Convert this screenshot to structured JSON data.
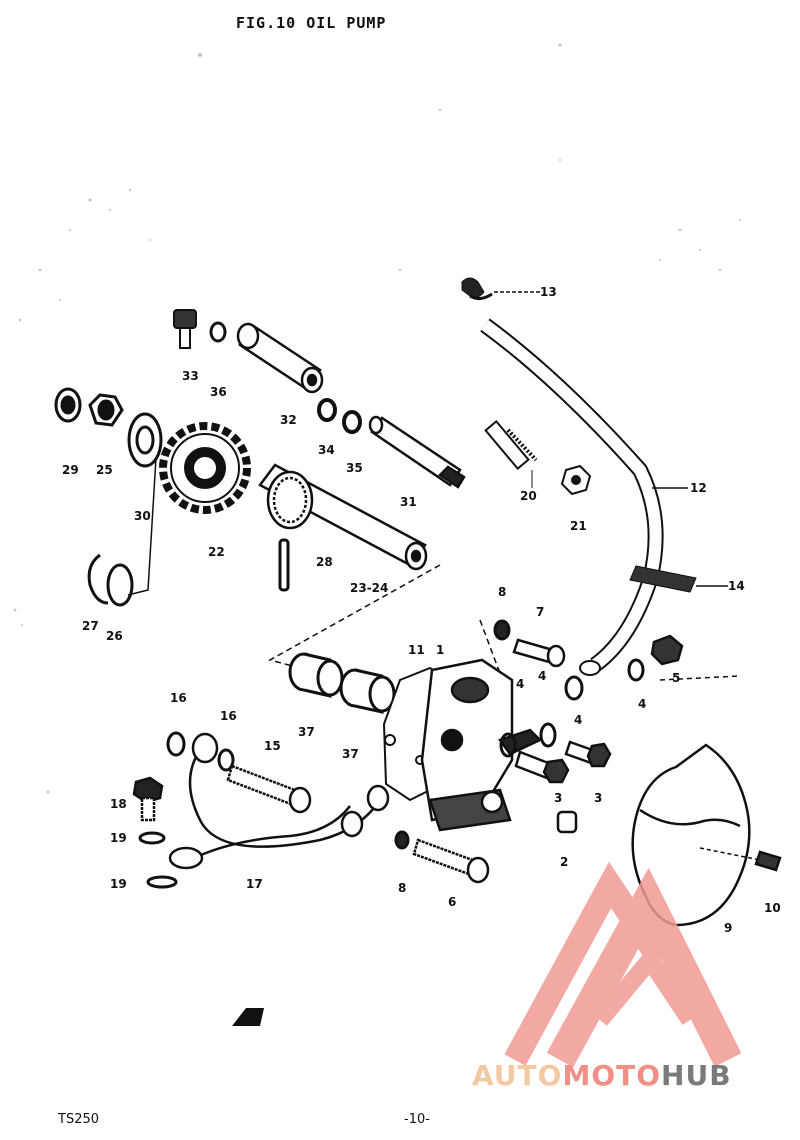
{
  "title": "FIG.10  OIL PUMP",
  "footer": {
    "model": "TS250",
    "page": "-10-"
  },
  "watermark": {
    "part1": "AUTO",
    "part2": "MOTO",
    "part3": "HUB",
    "colors": {
      "auto": "#f3c9a2",
      "moto": "#f08f86",
      "hub": "#7a7a7a",
      "logo": "#f29b93"
    }
  },
  "callouts": {
    "c1": "1",
    "c2": "2",
    "c3a": "3",
    "c3b": "3",
    "c4a": "4",
    "c4b": "4",
    "c4c": "4",
    "c4d": "4",
    "c5": "5",
    "c6": "6",
    "c7": "7",
    "c8a": "8",
    "c8b": "8",
    "c9": "9",
    "c10": "10",
    "c11": "11",
    "c12": "12",
    "c13": "13",
    "c14": "14",
    "c15": "15",
    "c16a": "16",
    "c16b": "16",
    "c17": "17",
    "c18": "18",
    "c19a": "19",
    "c19b": "19",
    "c20": "20",
    "c21": "21",
    "c22": "22",
    "c2324": "23-24",
    "c25": "25",
    "c26": "26",
    "c27": "27",
    "c28": "28",
    "c29": "29",
    "c30": "30",
    "c31": "31",
    "c32": "32",
    "c33": "33",
    "c34": "34",
    "c35": "35",
    "c36": "36",
    "c37a": "37",
    "c37b": "37"
  }
}
